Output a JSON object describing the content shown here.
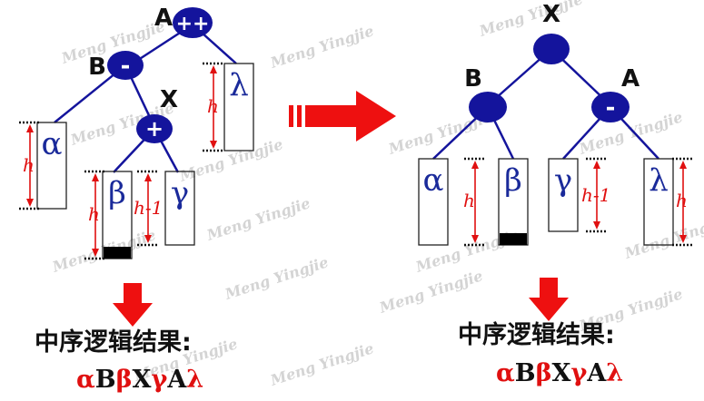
{
  "colors": {
    "node": "#14149c",
    "edge": "#14149c",
    "arrow": "#ee1010",
    "height_mark": "#e01010",
    "subtree_border": "#222222",
    "greek": "#1a2a9a"
  },
  "left_tree": {
    "nodes": [
      {
        "label": "A",
        "balance": "++"
      },
      {
        "label": "B",
        "balance": "-"
      },
      {
        "label": "X",
        "balance": "+"
      }
    ],
    "subtrees": [
      {
        "symbol": "α",
        "height": "h"
      },
      {
        "symbol": "β",
        "height": "h"
      },
      {
        "symbol": "γ",
        "height": "h-1"
      },
      {
        "symbol": "λ",
        "height": "h"
      }
    ]
  },
  "right_tree": {
    "nodes": [
      {
        "label": "X",
        "balance": ""
      },
      {
        "label": "B",
        "balance": ""
      },
      {
        "label": "A",
        "balance": "-"
      }
    ],
    "subtrees": [
      {
        "symbol": "α",
        "height": "h"
      },
      {
        "symbol": "β",
        "height": ""
      },
      {
        "symbol": "γ",
        "height": "h-1"
      },
      {
        "symbol": "λ",
        "height": "h"
      }
    ]
  },
  "inorder_label": "中序逻辑结果:",
  "inorder_sequence": [
    {
      "t": "α",
      "red": true
    },
    {
      "t": "B",
      "red": false
    },
    {
      "t": "β",
      "red": true
    },
    {
      "t": "X",
      "red": false
    },
    {
      "t": "γ",
      "red": true
    },
    {
      "t": "A",
      "red": false
    },
    {
      "t": "λ",
      "red": true
    }
  ],
  "watermark": "Meng Yingjie"
}
